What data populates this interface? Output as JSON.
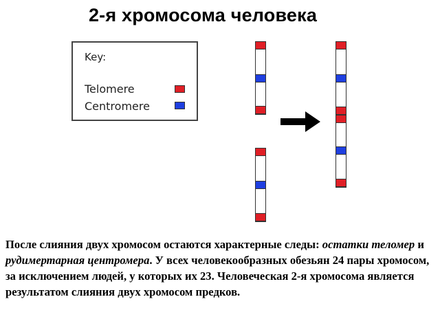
{
  "title": "2-я хромосома человека",
  "key": {
    "heading": "Key:",
    "items": [
      {
        "label": "Telomere",
        "color": "#e01f26"
      },
      {
        "label": "Centromere",
        "color": "#1f3fe0"
      }
    ]
  },
  "colors": {
    "telomere": "#e01f26",
    "centromere": "#1f3fe0",
    "chromosome_fill": "#ffffff",
    "outline": "#333333"
  },
  "chromosomes": {
    "before": [
      {
        "bands": [
          "telomere",
          "centromere",
          "telomere"
        ]
      },
      {
        "bands": [
          "telomere",
          "centromere",
          "telomere"
        ]
      }
    ],
    "after": {
      "bands": [
        "telomere",
        "centromere",
        "telomere",
        "telomere",
        "centromere",
        "telomere"
      ]
    }
  },
  "arrow_icon": "right-arrow-icon",
  "description": {
    "p1": "После слияния двух хромосом остаются характерные следы: ",
    "p2": "остатки теломер",
    "p3": " и ",
    "p4": "рудимертарная центромера",
    "p5": ". У всех человекообразных обезьян 24 пары хромосом, за исключением людей, у которых их 23. Человеческая 2-я хромосома является результатом слияния двух хромосом предков."
  }
}
